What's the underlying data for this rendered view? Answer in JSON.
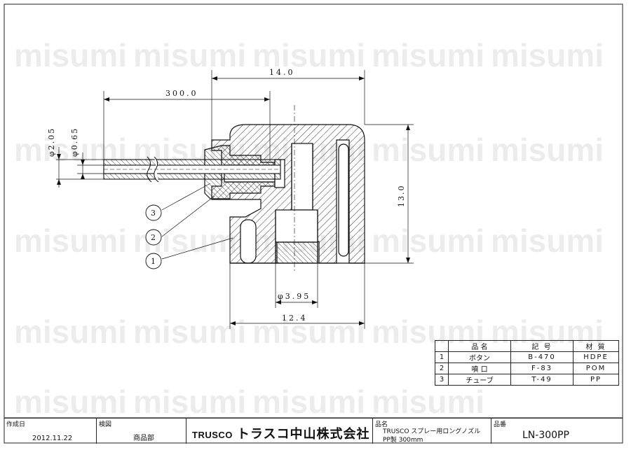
{
  "watermark": "misumi",
  "dimensions": {
    "overall_length": "14.0",
    "tube_length": "300.0",
    "height": "13.0",
    "outer_diameter": "φ2.05",
    "inner_diameter": "φ0.65",
    "bore_diameter": "φ3.95",
    "body_width": "12.4"
  },
  "callouts": [
    "1",
    "2",
    "3"
  ],
  "parts_table": {
    "headers": [
      "品 名",
      "記 号",
      "材 質"
    ],
    "rows": [
      {
        "no": "1",
        "name": "ボタン",
        "code": "B-470",
        "material": "HDPE"
      },
      {
        "no": "2",
        "name": "噴 口",
        "code": "F-83",
        "material": "POM"
      },
      {
        "no": "3",
        "name": "チューブ",
        "code": "T-49",
        "material": "PP"
      }
    ]
  },
  "title_block": {
    "created_label": "作成日",
    "created_value": "2012.11.22",
    "inspect_label": "検図",
    "inspect_value": "商品部",
    "brand_en": "TRUSCO",
    "brand_jp": "トラスコ中山株式会社",
    "product_label": "品名",
    "product_line1": "TRUSCO スプレー用ロングノズル",
    "product_line2": "PP製  300mm",
    "partno_label": "品番",
    "partno_value": "LN-300PP"
  }
}
